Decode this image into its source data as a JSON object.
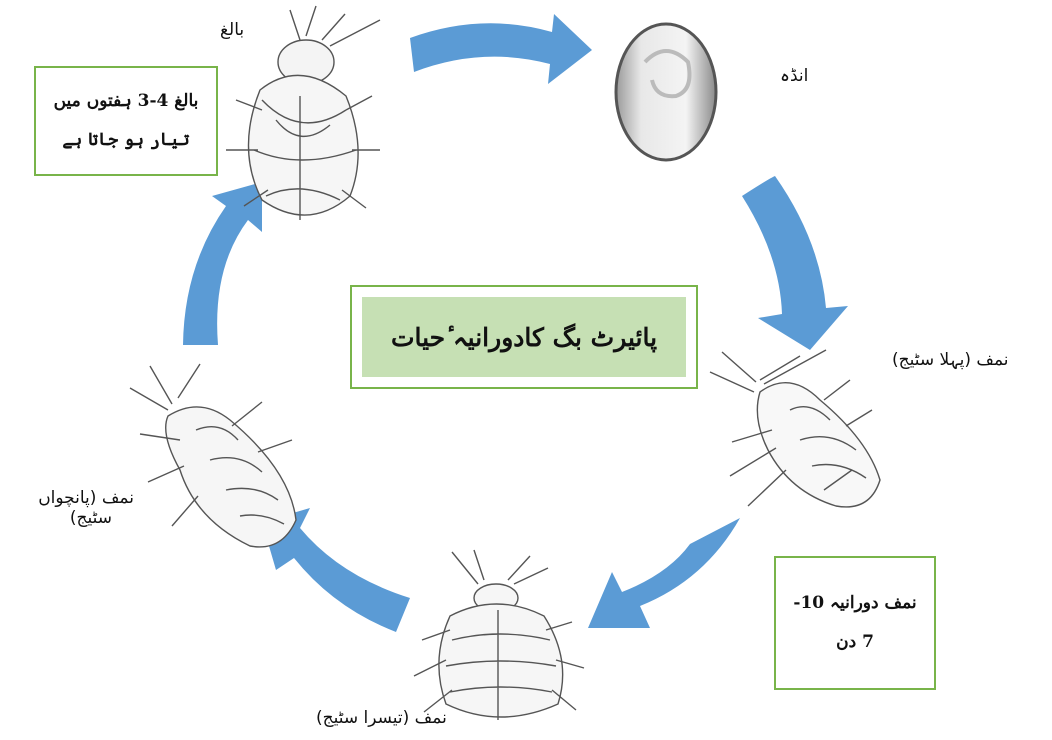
{
  "title": "پائیرٹ بگ کادورانیہ ٔحیات",
  "stages": {
    "adult": "بالغ",
    "egg": "انڈہ",
    "nymph1": "نمف (پہلا سٹیج)",
    "nymph3": "نمف (تیسرا سٹیج)",
    "nymph5_line1": "نمف (پانچواں",
    "nymph5_line2": "سٹیج)"
  },
  "notes": {
    "adult_line1": "بالغ 4-3 ہفتوں میں",
    "adult_line2": "تیار ہو جاتا ہے",
    "nymph_line1": "نمف دورانیہ 10-",
    "nymph_line2": "7 دن"
  },
  "colors": {
    "arrow": "#5b9bd5",
    "box_border": "#78b44a",
    "title_fill": "#c6e0b4"
  }
}
